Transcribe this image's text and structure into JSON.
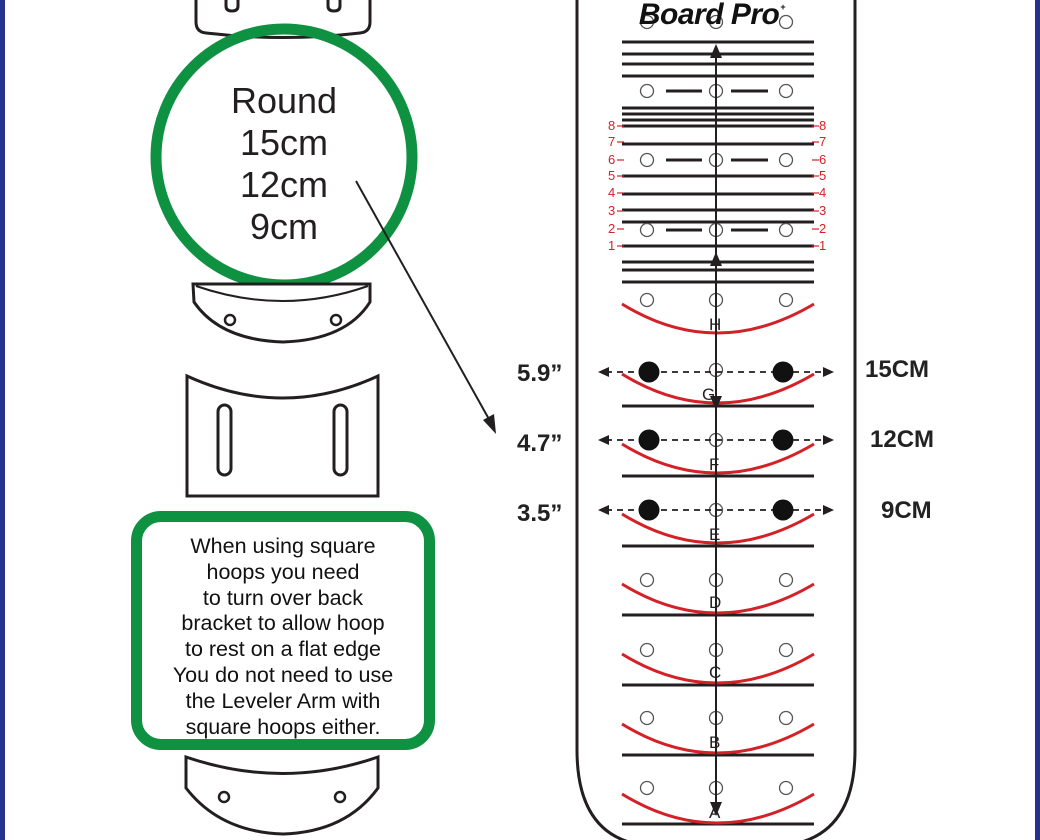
{
  "brand": {
    "name": "Board Pro",
    "mark": "+"
  },
  "round_label": {
    "lines": [
      "Round",
      "15cm",
      "12cm",
      "9cm"
    ]
  },
  "note": {
    "lines": [
      "When using square",
      "hoops you need",
      "to turn over back",
      "bracket to allow hoop",
      "to rest on a flat edge",
      "You do not need to use",
      "the Leveler Arm with",
      "square hoops either."
    ]
  },
  "measurements": [
    {
      "inches": "5.9”",
      "cm": "15CM"
    },
    {
      "inches": "4.7”",
      "cm": "12CM"
    },
    {
      "inches": "3.5”",
      "cm": "9CM"
    }
  ],
  "scale_numbers": [
    "8",
    "7",
    "6",
    "5",
    "4",
    "3",
    "2",
    "1"
  ],
  "position_letters": [
    "H",
    "G",
    "F",
    "E",
    "D",
    "C",
    "B",
    "A"
  ],
  "colors": {
    "frame_blue": "#26338c",
    "green": "#0f9142",
    "red": "#d42027",
    "ink": "#231f20"
  }
}
